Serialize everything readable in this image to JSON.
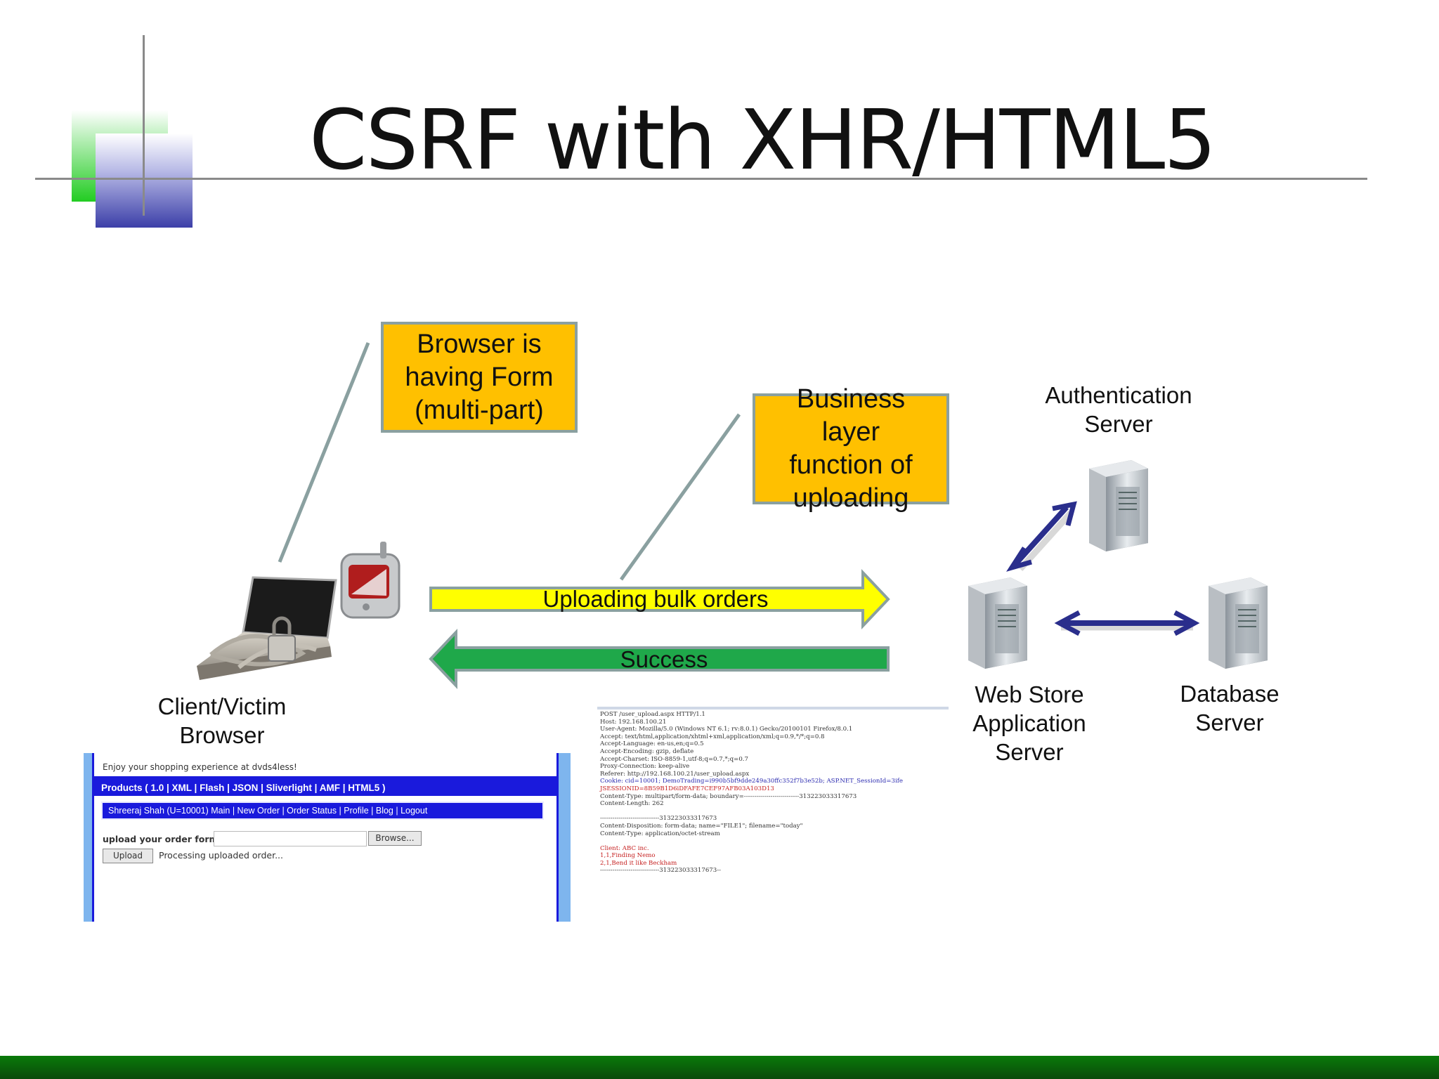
{
  "slide": {
    "title": "CSRF with XHR/HTML5"
  },
  "callouts": {
    "browser_form": "Browser is\nhaving Form\n(multi-part)",
    "business_layer": "Business\nlayer\nfunction of\nuploading"
  },
  "nodes": {
    "client": "Client/Victim\nBrowser",
    "auth_server": "Authentication\nServer",
    "web_store": "Web Store\nApplication\nServer",
    "db_server": "Database\nServer"
  },
  "arrows": {
    "request": "Uploading bulk orders",
    "response": "Success"
  },
  "colors": {
    "callout_fill": "#ffc000",
    "request_arrow": "#ffff00",
    "response_arrow": "#1fa84a",
    "connector_arrow": "#2a2e8c",
    "bottom_bar": "#0a6a0a"
  },
  "browser_shot": {
    "top_text": "Enjoy your shopping experience at dvds4less!",
    "products_bar": "Products  ( 1.0 | XML | Flash | JSON | Sliverlight | AMF | HTML5 )",
    "nav_bar": "Shreeraj Shah (U=10001)   Main  |  New Order  |  Order Status  |  Profile  |  Blog  |  Logout",
    "upload_label": "upload your order form",
    "browse_button": "Browse...",
    "upload_button": "Upload",
    "status": "Processing uploaded order..."
  },
  "http_request": {
    "lines": [
      "POST /user_upload.aspx HTTP/1.1",
      "Host: 192.168.100.21",
      "User-Agent: Mozilla/5.0 (Windows NT 6.1; rv:8.0.1) Gecko/20100101 Firefox/8.0.1",
      "Accept: text/html,application/xhtml+xml,application/xml;q=0.9,*/*;q=0.8",
      "Accept-Language: en-us,en;q=0.5",
      "Accept-Encoding: gzip, deflate",
      "Accept-Charset: ISO-8859-1,utf-8;q=0.7,*;q=0.7",
      "Proxy-Connection: keep-alive",
      "Referer: http://192.168.100.21/user_upload.aspx",
      "Cookie: cid=10001; DemoTrading=i990b5bf9dde249a30ffc352f7b3e52b; ASP.NET_SessionId=3ife",
      "JSESSIONID=8B59B1D6iDFAFE7CEF97AFB03A103D13",
      "Content-Type: multipart/form-data; boundary=---------------------------313223033317673",
      "Content-Length: 262",
      "",
      "-----------------------------313223033317673",
      "Content-Disposition: form-data; name=\"FILE1\"; filename=\"today\"",
      "Content-Type: application/octet-stream",
      "",
      "Client: ABC inc.",
      "1,1,Finding Nemo",
      "2,1,Bend it like Beckham",
      "-----------------------------313223033317673--"
    ]
  }
}
